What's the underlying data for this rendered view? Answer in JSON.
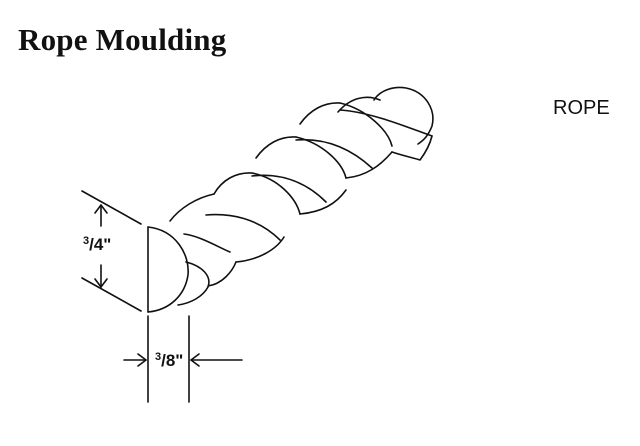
{
  "title": "Rope Moulding",
  "product_code": "ROPE",
  "dimensions": {
    "height": {
      "numerator": "3",
      "denominator": "/4\""
    },
    "width": {
      "numerator": "3",
      "denominator": "/8\""
    }
  },
  "colors": {
    "line": "#111111",
    "background": "#ffffff"
  }
}
